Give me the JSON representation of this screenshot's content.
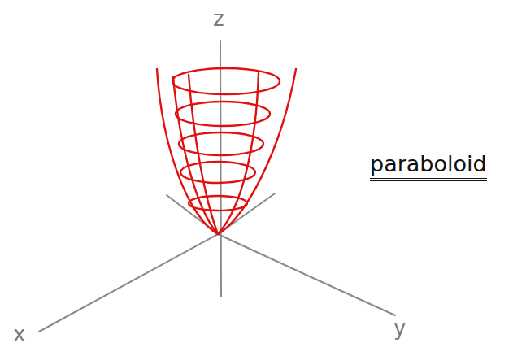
{
  "diagram": {
    "labels": [
      "z",
      "x",
      "y",
      "paraboloid"
    ]
  }
}
